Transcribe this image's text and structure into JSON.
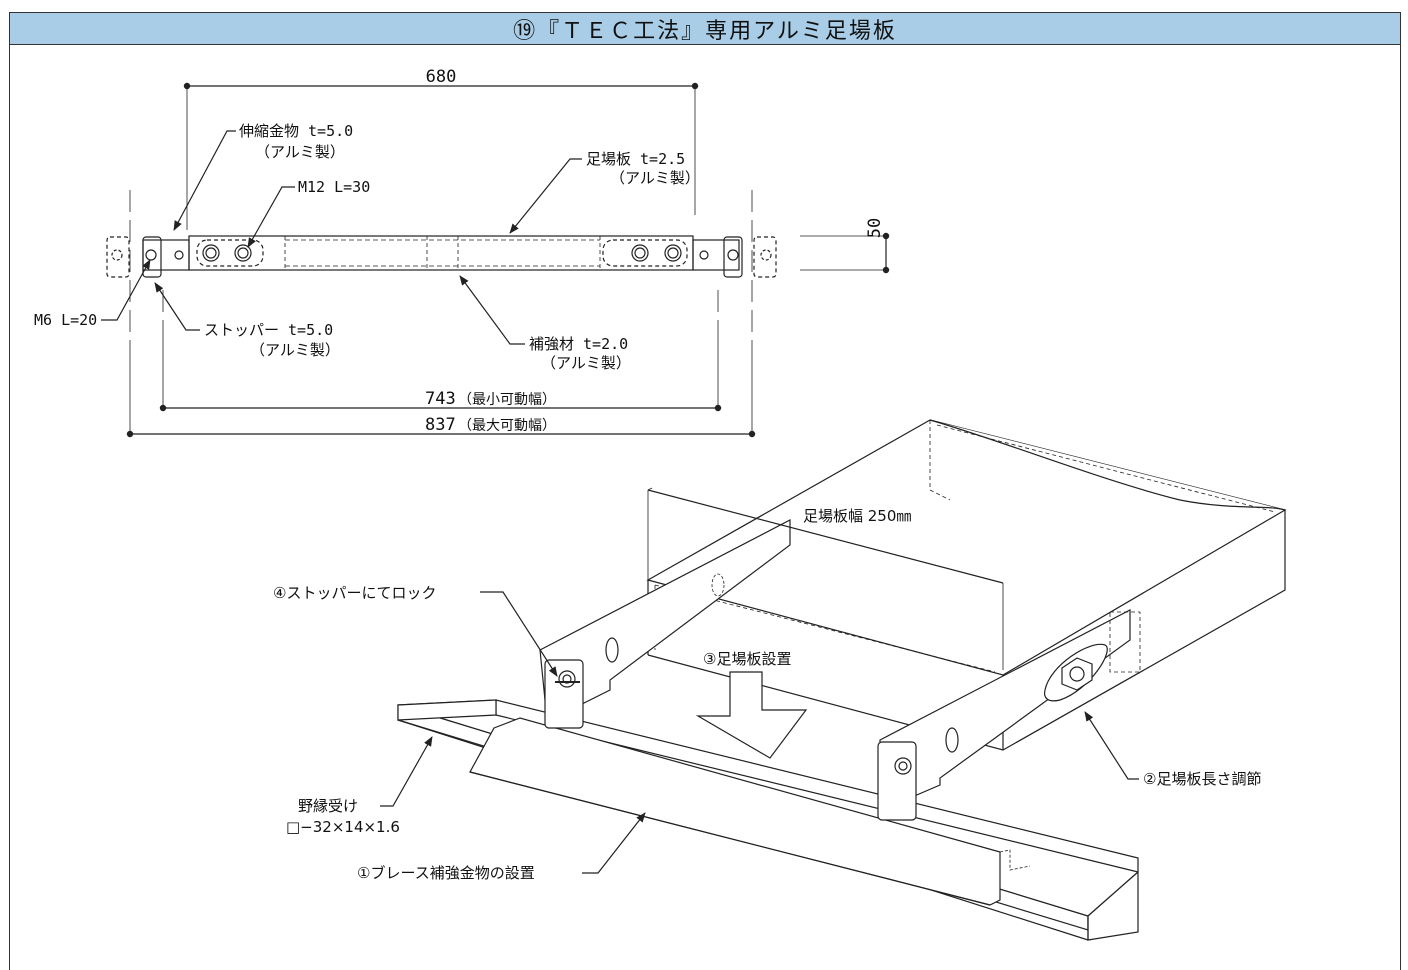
{
  "title": "⑲『ＴＥＣ工法』専用アルミ足場板",
  "plan": {
    "dim_top": "680",
    "dim_height": "50",
    "dim_min": "743",
    "dim_min_note": "（最小可動幅）",
    "dim_max": "837",
    "dim_max_note": "（最大可動幅）",
    "telescoping": {
      "line1": "伸縮金物 t=5.0",
      "line2": "（アルミ製）"
    },
    "bolt_m12": "M12 L=30",
    "plank": {
      "line1": "足場板 t=2.5",
      "line2": "（アルミ製）"
    },
    "bolt_m6": "M6 L=20",
    "stopper": {
      "line1": "ストッパー t=5.0",
      "line2": "（アルミ製）"
    },
    "reinforcement": {
      "line1": "補強材 t=2.0",
      "line2": "（アルミ製）"
    }
  },
  "iso": {
    "width_label": "足場板幅 250㎜",
    "step4": "④ストッパーにてロック",
    "step3": "③足場板設置",
    "step2": "②足場板長さ調節",
    "step1": "①ブレース補強金物の設置",
    "rail": {
      "line1": "野縁受け",
      "line2": "□−32×14×1.6"
    }
  },
  "colors": {
    "header_bg": "#a9cde6",
    "line": "#222222"
  }
}
